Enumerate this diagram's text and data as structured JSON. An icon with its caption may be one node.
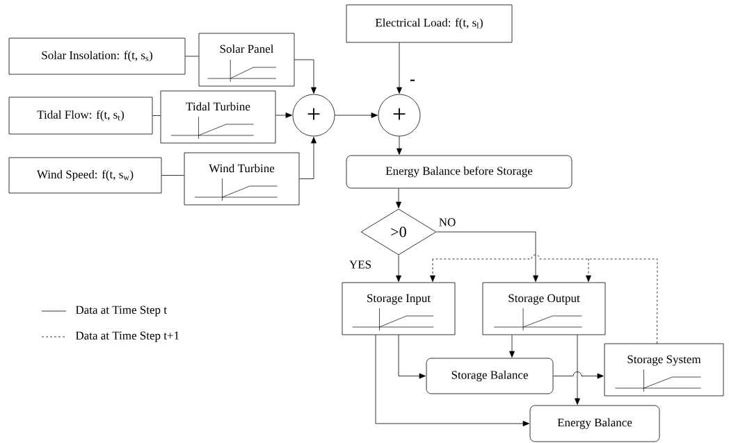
{
  "diagram": {
    "nodes": [
      {
        "text": [
          "Solar Insolation: f(t, s$_{s}$)"
        ]
      },
      {
        "text": [
          "Solar Panel"
        ]
      },
      {
        "text": [
          "Tidal Flow: f(t, s$_{t}$)"
        ]
      },
      {
        "text": [
          "Tidal Turbine"
        ]
      },
      {
        "text": [
          "Wind Speed: f(t, s$_{w}$)"
        ]
      },
      {
        "text": [
          "Wind Turbine"
        ]
      },
      {
        "text": [
          "+"
        ]
      },
      {
        "text": [
          "Electrical Load: f(t, s$_{l}$)"
        ]
      },
      {
        "text": [
          "+"
        ]
      },
      {
        "text": [
          "Energy Balance before Storage"
        ]
      },
      {
        "text": [
          ">0"
        ]
      },
      {
        "text": [
          "Storage Input"
        ]
      },
      {
        "text": [
          "Storage Output"
        ]
      },
      {
        "text": [
          "Storage Balance"
        ]
      },
      {
        "text": [
          "Storage System"
        ]
      },
      {
        "text": [
          "Energy Balance"
        ]
      }
    ],
    "edges": [
      {
        "from": 0,
        "to": 1,
        "arrow": "none"
      },
      {
        "from": 1,
        "to": 6,
        "arrow": "to"
      },
      {
        "from": 2,
        "to": 3,
        "arrow": "none"
      },
      {
        "from": 3,
        "to": 6,
        "arrow": "to"
      },
      {
        "from": 4,
        "to": 5,
        "arrow": "none"
      },
      {
        "from": 5,
        "to": 6,
        "arrow": "to"
      },
      {
        "from": 6,
        "to": 8,
        "arrow": "to"
      },
      {
        "from": 7,
        "to": 8,
        "arrow": "to",
        "label": "-"
      },
      {
        "from": 8,
        "to": 9,
        "arrow": "to"
      },
      {
        "from": 9,
        "to": 10,
        "arrow": "to"
      },
      {
        "from": 10,
        "to": 11,
        "arrow": "to",
        "label": "YES"
      },
      {
        "from": 10,
        "to": 12,
        "arrow": "to",
        "label": "NO"
      },
      {
        "from": 14,
        "to": 11,
        "arrow": "to",
        "style": "dashed"
      },
      {
        "from": 14,
        "to": 12,
        "arrow": "to",
        "style": "dashed"
      },
      {
        "from": 11,
        "to": 13,
        "arrow": "to"
      },
      {
        "from": 12,
        "to": 13,
        "arrow": "to"
      },
      {
        "from": 11,
        "to": 15,
        "arrow": "to"
      },
      {
        "from": 12,
        "to": 15,
        "arrow": "to"
      },
      {
        "from": 13,
        "to": 14,
        "arrow": "to"
      }
    ],
    "legend": [
      {
        "text": "Data at Time Step t"
      },
      {
        "text": "Data at Time Step t+1"
      }
    ]
  }
}
